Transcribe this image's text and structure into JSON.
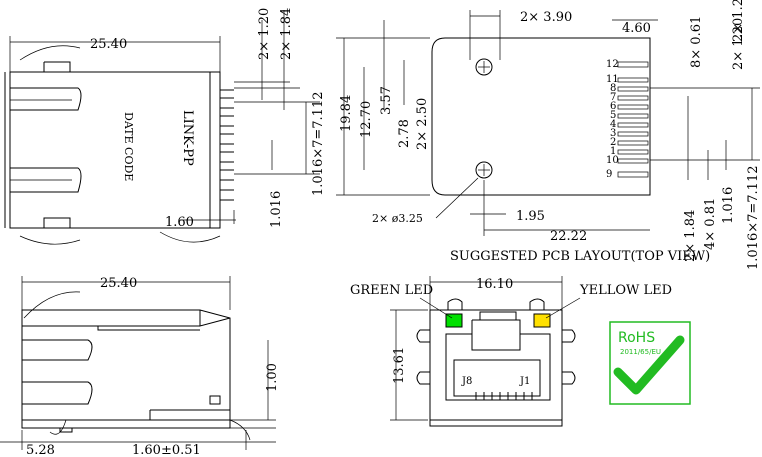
{
  "side_view": {
    "dim_width": "25.40",
    "dim_top_1": "2× 1.20",
    "dim_top_2": "2× 1.84",
    "dim_pitch": "1.016×7=7.112",
    "dim_pin": "1.016",
    "dim_bottom": "1.60",
    "brand_label": "LINK-PP",
    "date_label": "DATE CODE"
  },
  "pcb_layout": {
    "dim_2x390": "2× 3.90",
    "dim_460": "4.60",
    "dim_061": "8× 0.61",
    "dim_120": "2× 1.20",
    "dim_1984": "19.84",
    "dim_1270": "12.70",
    "dim_357": "3.57",
    "dim_278": "2.78",
    "dim_250": "2× 2.50",
    "dim_hole": "2× ø3.25",
    "dim_195": "1.95",
    "dim_2222": "22.22",
    "dim_left_pitch": "1.016×7=7.112",
    "dim_184": "2× 1.84",
    "dim_081": "4× 0.81",
    "dim_1016": "1.016",
    "dim_right_pitch": "1.016×7=7.112",
    "pin_12": "12",
    "pin_11": "11",
    "pin_10": "10",
    "pin_9": "9",
    "pin_8": "8",
    "pin_7": "7",
    "pin_6": "6",
    "pin_5": "5",
    "pin_4": "4",
    "pin_3": "3",
    "pin_2": "2",
    "pin_1": "1",
    "caption": "SUGGESTED PCB LAYOUT(TOP VIEW)"
  },
  "bottom_side_view": {
    "dim_width": "25.40",
    "dim_height": "1.00",
    "dim_left": "5.28",
    "dim_bottom": "1.60±0.51"
  },
  "front_view": {
    "dim_width": "16.10",
    "dim_height": "13.61",
    "green_led": "GREEN LED",
    "yellow_led": "YELLOW LED",
    "j8": "J8",
    "j1": "J1",
    "green_color": "#00e000",
    "yellow_color": "#ffe000"
  },
  "rohs": {
    "title": "RoHS",
    "subtitle": "2011/65/EU",
    "check_color": "#22bb22"
  }
}
